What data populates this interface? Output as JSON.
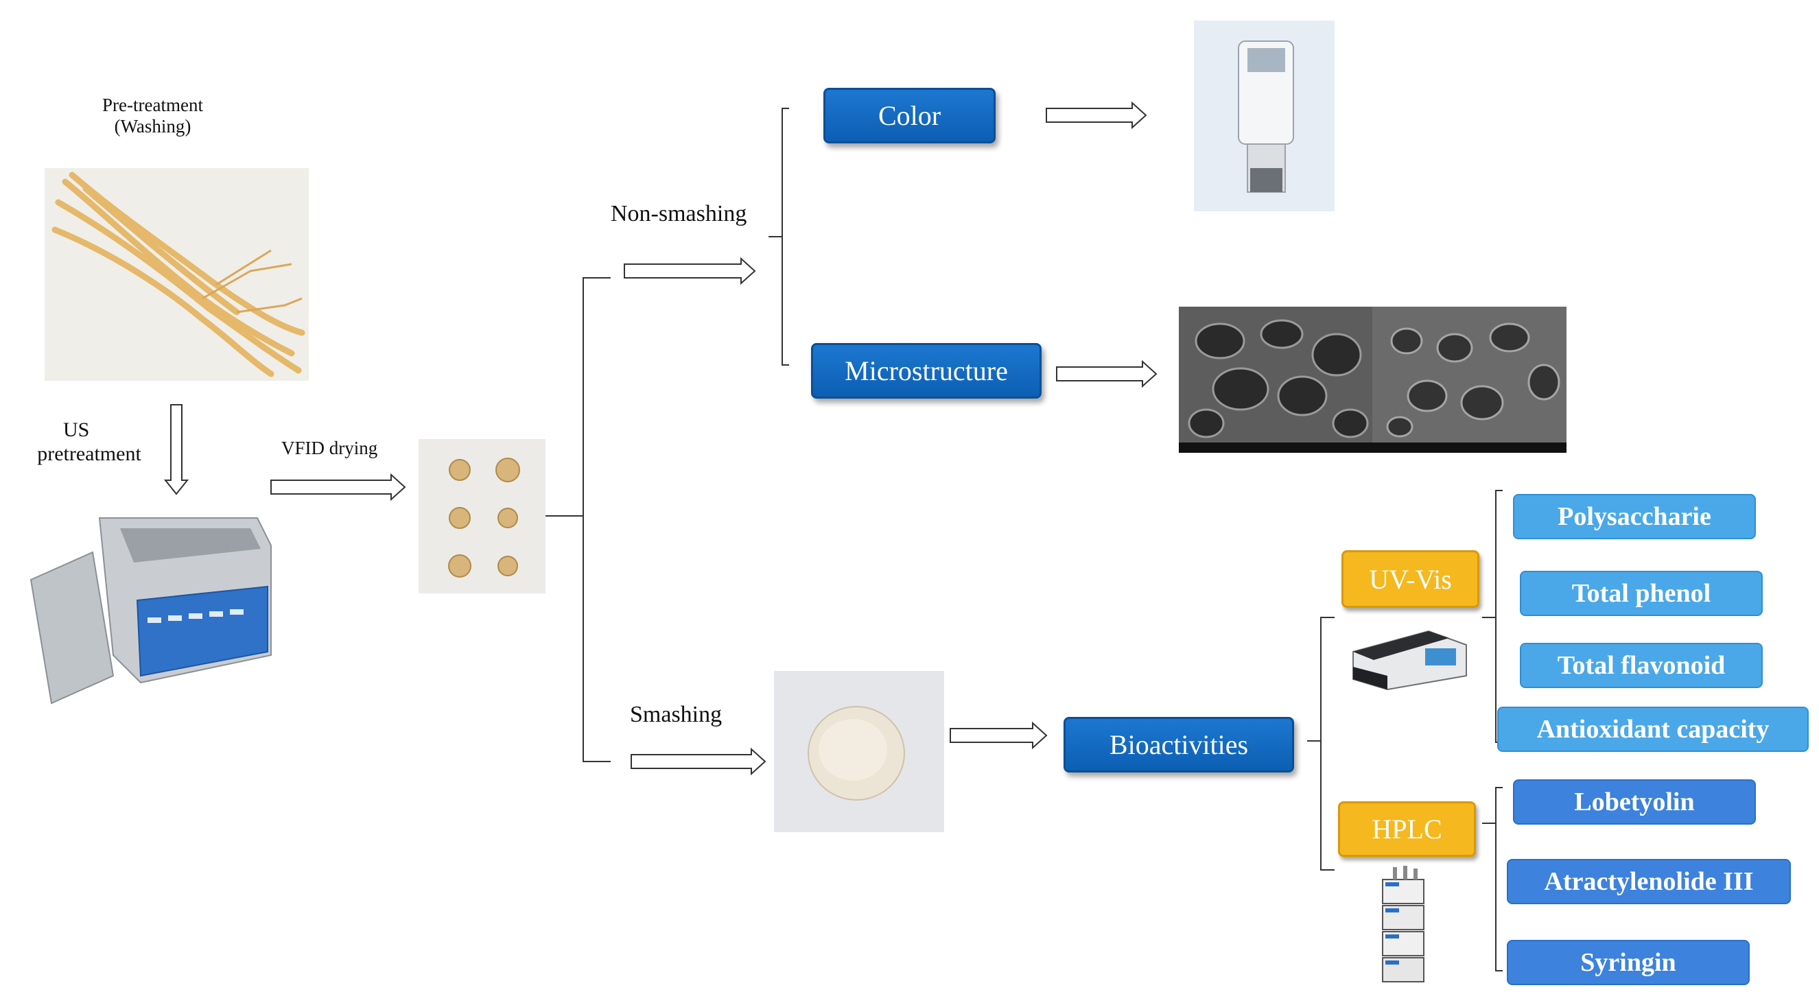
{
  "labels": {
    "pretreatment": "Pre-treatment",
    "washing": "(Washing)",
    "us": "US",
    "us_pretreatment": "pretreatment",
    "vfid_drying": "VFID drying",
    "non_smashing": "Non-smashing",
    "smashing": "Smashing"
  },
  "boxes": {
    "color": "Color",
    "microstructure": "Microstructure",
    "bioactivities": "Bioactivities",
    "uv_vis": "UV-Vis",
    "hplc": "HPLC",
    "polysaccharie": "Polysaccharie",
    "total_phenol": "Total phenol",
    "total_flavonoid": "Total flavonoid",
    "antioxidant_capacity": "Antioxidant capacity",
    "lobetyolin": "Lobetyolin",
    "atractylenolide": "Atractylenolide III",
    "syringin": "Syringin"
  },
  "colors": {
    "dark_blue_box": "#0c5fb3",
    "light_blue_box": "#4ba8e8",
    "mid_blue_box": "#3d82dc",
    "gold_box": "#f5b81e"
  }
}
